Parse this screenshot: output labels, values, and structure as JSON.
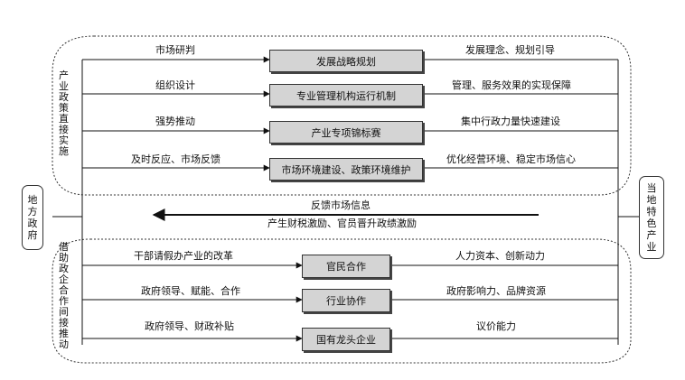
{
  "actors": {
    "left": "地方政府",
    "right": "当地特色产业"
  },
  "direct": {
    "title": "产业政策直接实施",
    "rows": [
      {
        "left": "市场研判",
        "box": "发展战略规划",
        "right": "发展理念、规划引导"
      },
      {
        "left": "组织设计",
        "box": "专业管理机构运行机制",
        "right": "管理、服务效果的实现保障"
      },
      {
        "left": "强势推动",
        "box": "产业专项锦标赛",
        "right": "集中行政力量快速建设"
      },
      {
        "left": "及时反应、市场反馈",
        "box": "市场环境建设、政策环境维护",
        "right": "优化经营环境、稳定市场信心"
      }
    ]
  },
  "feedback": {
    "line1": "反馈市场信息",
    "line2": "产生财税激励、官员晋升政绩激励"
  },
  "indirect": {
    "title": "借助政企合作间接推动",
    "rows": [
      {
        "left": "干部请假办产业的改革",
        "box": "官民合作",
        "right": "人力资本、创新动力"
      },
      {
        "left": "政府领导、赋能、合作",
        "box": "行业协作",
        "right": "政府影响力、品牌资源"
      },
      {
        "left": "政府领导、财政补贴",
        "box": "国有龙头企业",
        "right": "议价能力"
      }
    ]
  }
}
